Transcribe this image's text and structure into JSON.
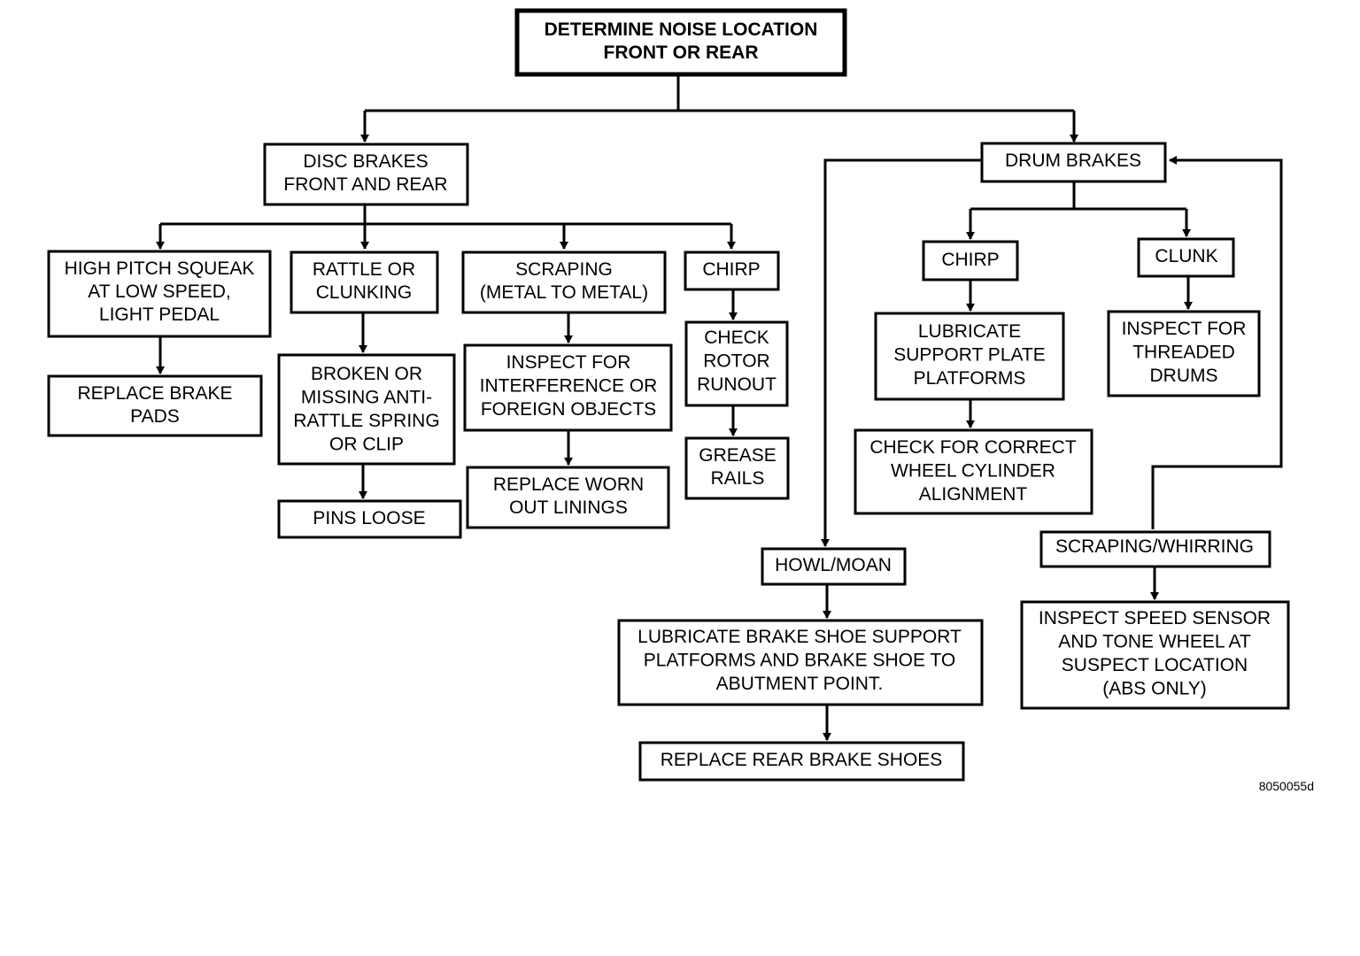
{
  "nodes": {
    "root": [
      "DETERMINE NOISE LOCATION",
      "FRONT OR REAR"
    ],
    "disc": [
      "DISC BRAKES",
      "FRONT AND REAR"
    ],
    "drum": [
      "DRUM BRAKES"
    ],
    "squeak": [
      "HIGH PITCH SQUEAK",
      "AT LOW SPEED,",
      "LIGHT PEDAL"
    ],
    "replace_pads": [
      "REPLACE BRAKE",
      "PADS"
    ],
    "rattle": [
      "RATTLE OR",
      "CLUNKING"
    ],
    "broken": [
      "BROKEN OR",
      "MISSING ANTI-",
      "RATTLE SPRING",
      "OR CLIP"
    ],
    "pins": [
      "PINS LOOSE"
    ],
    "scraping": [
      "SCRAPING",
      "(METAL TO METAL)"
    ],
    "inspect_interf": [
      "INSPECT FOR",
      "INTERFERENCE OR",
      "FOREIGN OBJECTS"
    ],
    "replace_linings": [
      "REPLACE WORN",
      "OUT LININGS"
    ],
    "chirp_disc": [
      "CHIRP"
    ],
    "check_rotor": [
      "CHECK",
      "ROTOR",
      "RUNOUT"
    ],
    "grease": [
      "GREASE",
      "RAILS"
    ],
    "chirp_drum": [
      "CHIRP"
    ],
    "lubricate_support": [
      "LUBRICATE",
      "SUPPORT PLATE",
      "PLATFORMS"
    ],
    "check_wheel": [
      "CHECK FOR CORRECT",
      "WHEEL CYLINDER",
      "ALIGNMENT"
    ],
    "clunk": [
      "CLUNK"
    ],
    "inspect_threaded": [
      "INSPECT FOR",
      "THREADED",
      "DRUMS"
    ],
    "howl": [
      "HOWL/MOAN"
    ],
    "lubricate_shoe": [
      "LUBRICATE BRAKE SHOE SUPPORT",
      "PLATFORMS AND BRAKE SHOE TO",
      "ABUTMENT POINT."
    ],
    "replace_shoes": [
      "REPLACE REAR BRAKE SHOES"
    ],
    "scraping_whirring": [
      "SCRAPING/WHIRRING"
    ],
    "inspect_speed": [
      "INSPECT SPEED SENSOR",
      "AND TONE WHEEL AT",
      "SUSPECT LOCATION",
      "(ABS ONLY)"
    ]
  },
  "figure_code": "8050055d"
}
